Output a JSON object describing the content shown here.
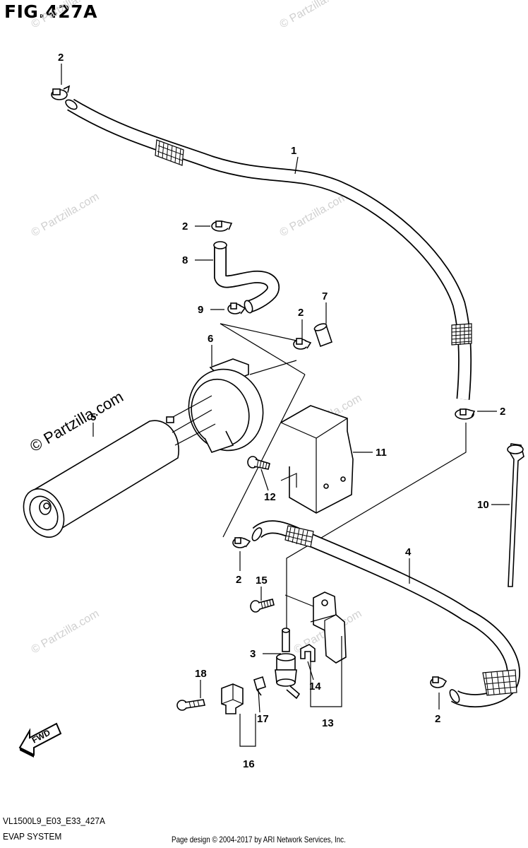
{
  "figure": {
    "title": "FIG.427A",
    "code": "VL1500L9_E03_E33_427A",
    "section": "EVAP SYSTEM",
    "footer": "Page design © 2004-2017 by ARI Network Services, Inc."
  },
  "watermark": {
    "text": "© Partzilla.com"
  },
  "callouts": {
    "c1": "1",
    "c2a": "2",
    "c2b": "2",
    "c2c": "2",
    "c2d": "2",
    "c2e": "2",
    "c2f": "2",
    "c3": "3",
    "c4": "4",
    "c5": "5",
    "c6": "6",
    "c7": "7",
    "c8": "8",
    "c9": "9",
    "c10": "10",
    "c11": "11",
    "c12": "12",
    "c13": "13",
    "c14": "14",
    "c15": "15",
    "c16": "16",
    "c17": "17",
    "c18": "18"
  },
  "direction": {
    "label": "FWD"
  }
}
